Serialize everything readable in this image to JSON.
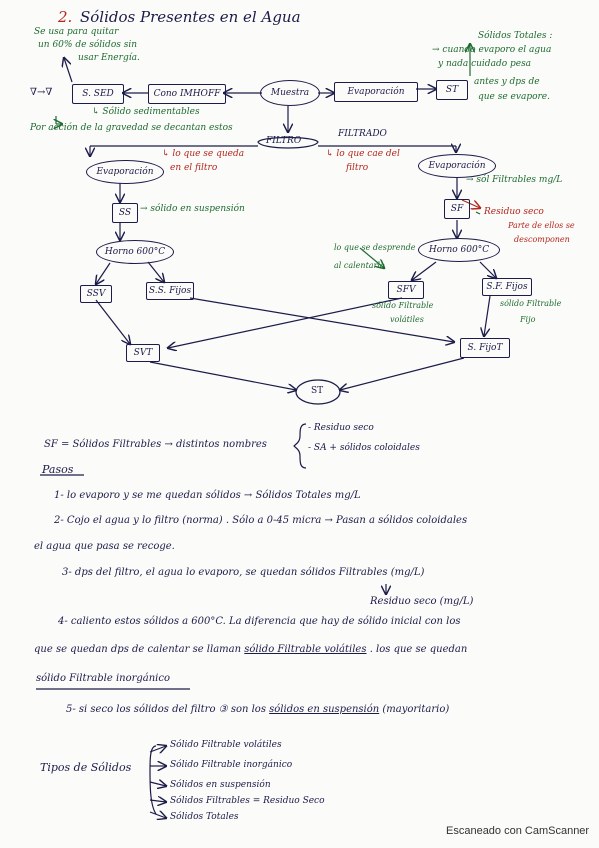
{
  "title": {
    "number": "2.",
    "text": "Sólidos Presentes en el Agua"
  },
  "diagram": {
    "muestra": "Muestra",
    "cono": "Cono IMHOFF",
    "ssed": "S. SED",
    "evap_top": "Evaporación",
    "st_top": "ST",
    "filtro": "FILTRO",
    "filtrado": "FILTRADO",
    "evap_left": "Evaporación",
    "evap_right": "Evaporación",
    "ss": "SS",
    "sf": "SF",
    "horno_left": "Horno 600°C",
    "horno_right": "Horno 600°C",
    "ssv": "SSV",
    "ssfijos": "S.S. Fijos",
    "sfv": "SFV",
    "sffijos": "S.F. Fijos",
    "svt": "SVT",
    "sfijot": "S. FijoT",
    "st_bottom": "ST",
    "arrow_symbol": "∇→∇"
  },
  "notes": {
    "uso_1": "Se usa para quitar",
    "uso_2": "un 60% de sólidos sin",
    "uso_3": "usar Energía.",
    "sed": "↳ Sólido sedimentables",
    "gravedad": "Por acción de la gravedad se decantan estos",
    "st_title": "Sólidos Totales :",
    "st_1": "→ cuando evaporo el agua",
    "st_2": "y nada cuidado pesa",
    "st_3": "antes y dps de",
    "st_4": "que se evapore.",
    "queda_1": "↳ lo que se queda",
    "queda_2": "en el filtro",
    "cae_1": "↳ lo que cae del",
    "cae_2": "filtro",
    "susp": "→ sólido en suspensión",
    "sf_label": "→ sól Filtrables mg/L",
    "residuo": "Residuo seco",
    "parte_1": "Parte de ellos se",
    "parte_2": "descomponen",
    "desprende_1": "lo que se desprende",
    "desprende_2": "al calentarlo",
    "sfv_1": "sólido Filtrable",
    "sfv_2": "volátiles",
    "sff_1": "sólido Filtrable",
    "sff_2": "Fijo"
  },
  "definition": {
    "left": "SF = Sólidos Filtrables → distintos nombres",
    "opt1": "- Residuo seco",
    "opt2": "- SA + sólidos coloidales"
  },
  "pasos": {
    "heading": "Pasos",
    "p1": "1- lo evaporo y se me quedan sólidos → Sólidos Totales mg/L",
    "p2a": "2- Cojo el agua y lo filtro (norma) . Sólo a 0-45 micra → Pasan a sólidos coloidales",
    "p2b": "el agua que pasa se recoge.",
    "p3a": "3- dps del filtro, el agua lo evaporo, se quedan sólidos Filtrables (mg/L)",
    "p3b": "Residuo seco (mg/L)",
    "p4a": "4- caliento estos sólidos a 600°C. La diferencia que hay de sólido inicial con los",
    "p4b_1": "que se quedan dps de calentar se llaman",
    "p4b_u": "sólido Filtrable volátiles",
    "p4b_2": ". los que se quedan",
    "p4c": "sólido Filtrable inorgánico",
    "p5_1": "5- si seco los sólidos del filtro",
    "p5_circ": "③",
    "p5_2": "son los",
    "p5_u": "sólidos en suspensión",
    "p5_3": "(mayoritario)"
  },
  "tipos": {
    "label": "Tipos de Sólidos",
    "items": [
      "Sólido Filtrable volátiles",
      "Sólido Filtrable inorgánico",
      "Sólidos en suspensión",
      "Sólidos Filtrables = Residuo Seco",
      "Sólidos Totales"
    ]
  },
  "footer": "Escaneado con CamScanner"
}
